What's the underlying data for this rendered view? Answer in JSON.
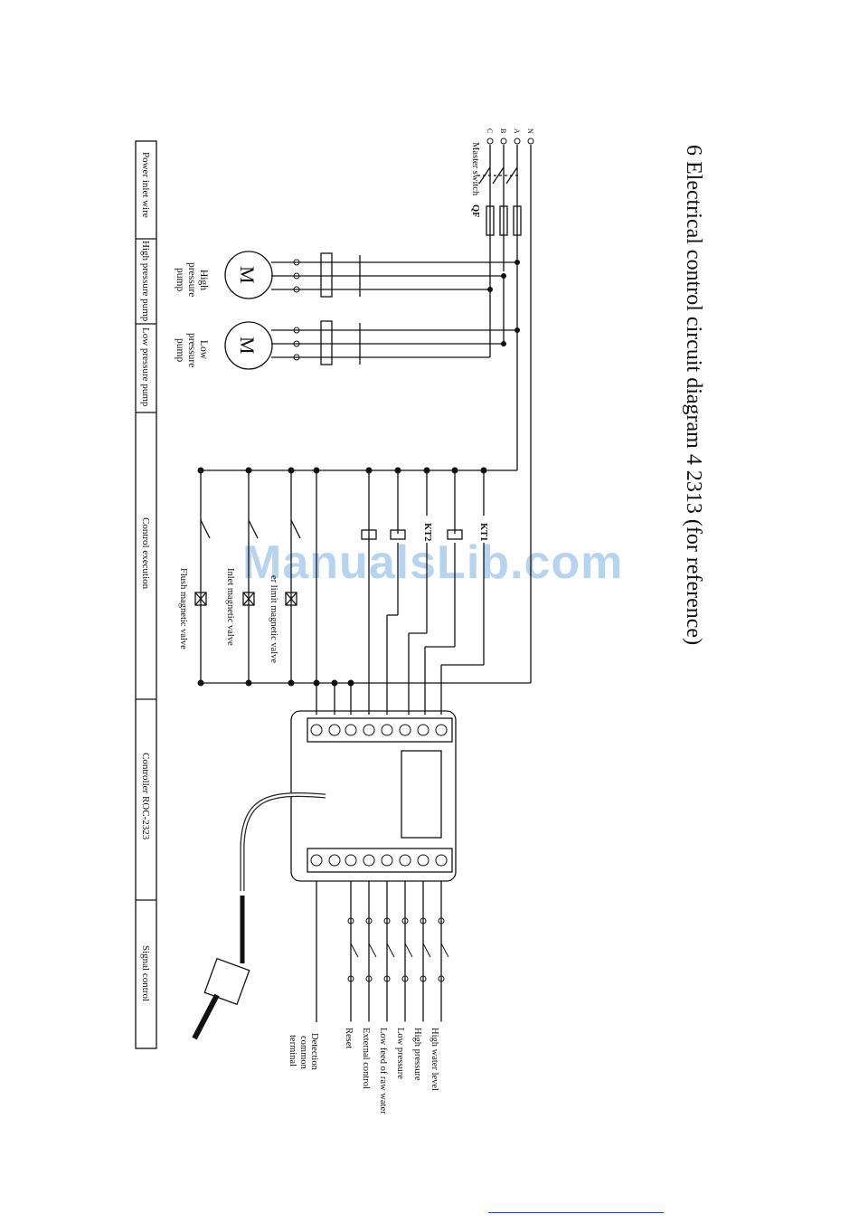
{
  "title": "6 Electrical control circuit diagram 4    2313 (for reference)",
  "watermark": "ManualsLib.com",
  "sections": [
    "Power inlet wire",
    "High pressure pump",
    "Low pressure pump",
    "Control execution",
    "Controller ROC-2323",
    "Signal control"
  ],
  "labels": {
    "master_switch": "Master switch",
    "master_code": "QF",
    "hp_pump": [
      "High",
      "pressure",
      "pump"
    ],
    "lp_pump": [
      "Low",
      "pressure",
      "pump"
    ],
    "motor": "M",
    "flush_valve": "Flush magnetic valve",
    "inlet_valve": "Inlet magnetic valve",
    "water_limit_valve": "er limit magnetic valve",
    "kt1": "KT1",
    "kt2": "KT2",
    "signals": [
      "High water level",
      "High pressure",
      "Low pressure",
      "Low feed of raw water",
      "External control",
      "Reset"
    ],
    "detection": [
      "Detection",
      "common",
      "terminal"
    ]
  },
  "phase_labels": [
    "N",
    "A",
    "B",
    "C"
  ]
}
